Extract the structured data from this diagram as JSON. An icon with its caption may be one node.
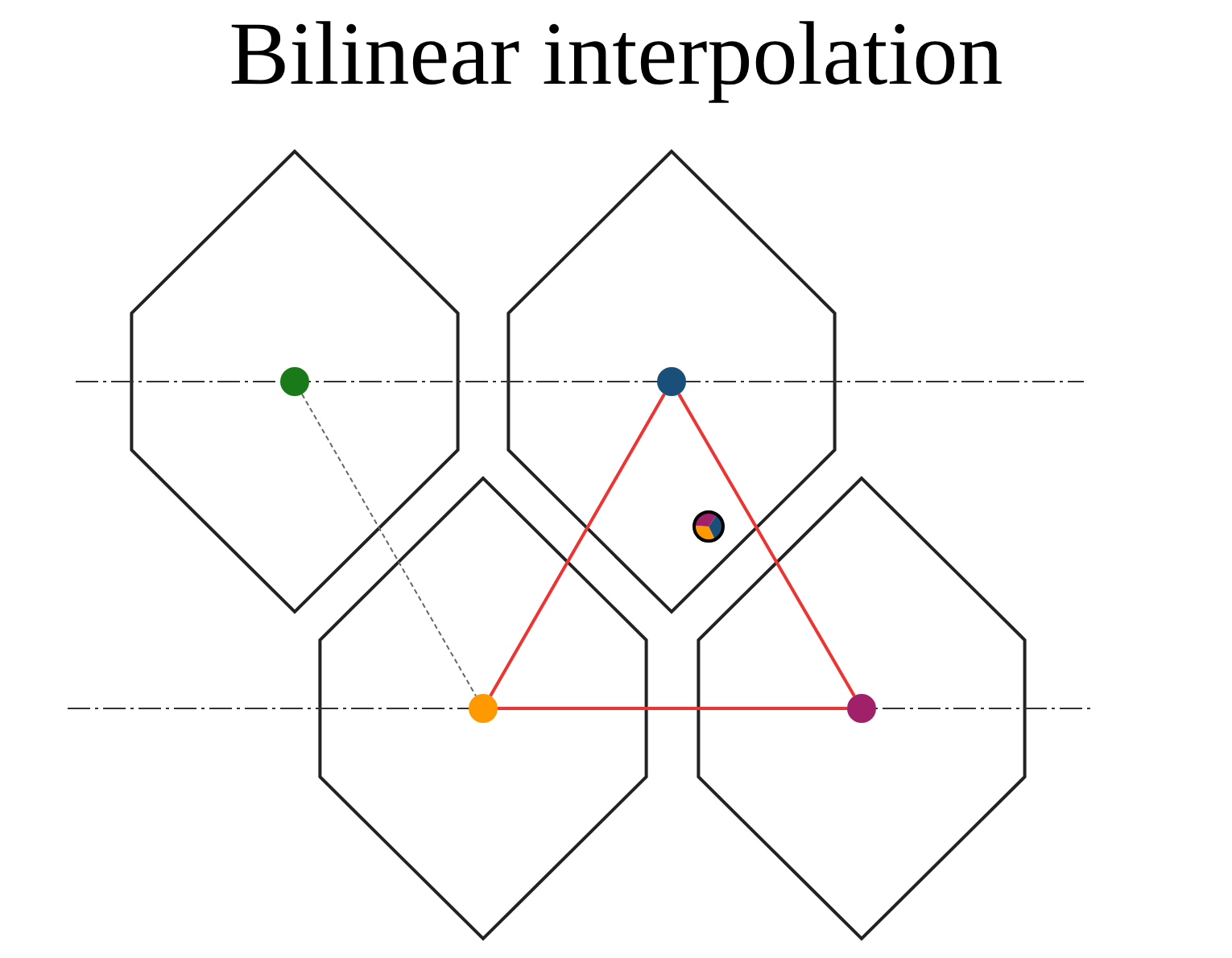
{
  "diagram": {
    "title": "Bilinear interpolation",
    "nodes": [
      {
        "text": [],
        "shape": "circle"
      },
      {
        "text": [],
        "shape": "circle"
      },
      {
        "text": [],
        "shape": "circle"
      },
      {
        "text": [],
        "shape": "circle"
      },
      {
        "text": [],
        "shape": "circle"
      }
    ],
    "edges": [
      {
        "from": 0,
        "to": 3,
        "arrow": "none",
        "style": "dashed",
        "color": "#666666"
      },
      {
        "from": 1,
        "to": 3,
        "arrow": "none"
      },
      {
        "from": 1,
        "to": 4,
        "arrow": "none"
      },
      {
        "from": 3,
        "to": 4,
        "arrow": "none"
      }
    ]
  }
}
